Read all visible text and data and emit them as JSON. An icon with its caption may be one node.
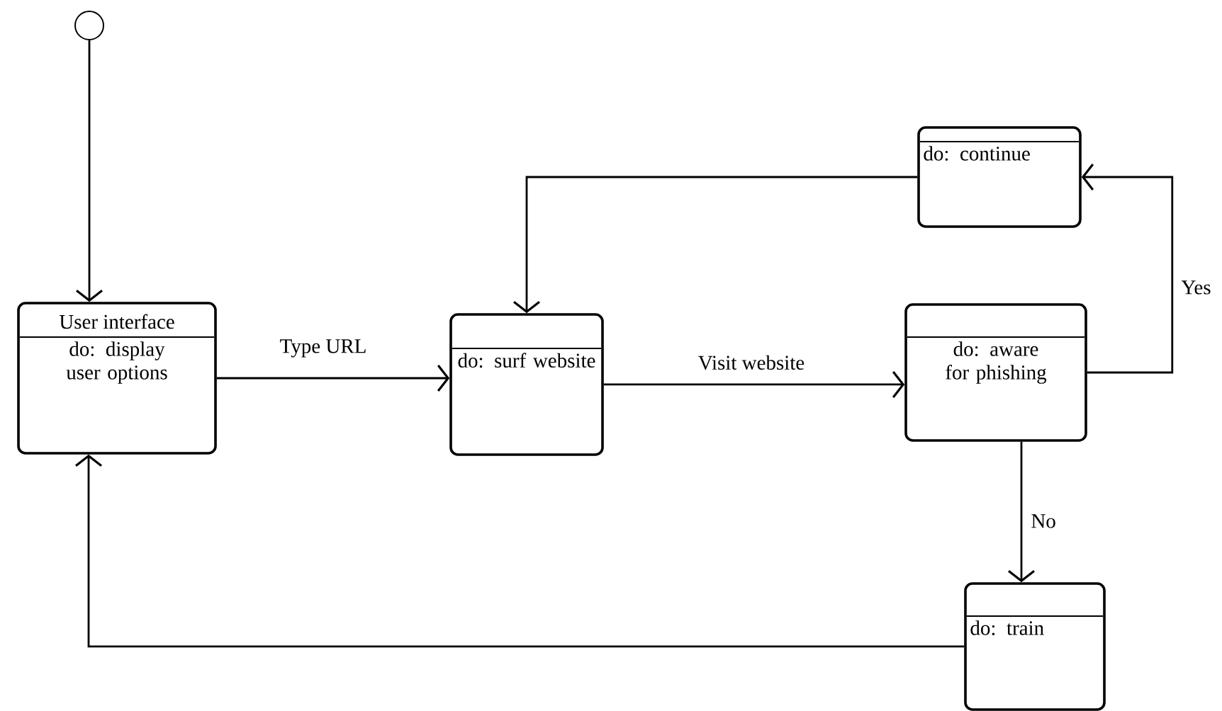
{
  "diagram": {
    "nodes": [
      {
        "text": [],
        "shape": "circle"
      },
      {
        "text": [
          "User interface",
          "do: display user options"
        ]
      },
      {
        "text": [
          "do: surf website"
        ]
      },
      {
        "text": [
          "do: continue"
        ]
      },
      {
        "text": [
          "do: aware for phishing"
        ]
      },
      {
        "text": [
          "do: train"
        ]
      }
    ],
    "edges": [
      {
        "from": 0,
        "to": 1,
        "arrow": "to"
      },
      {
        "from": 1,
        "to": 2,
        "arrow": "to",
        "label": "Type URL"
      },
      {
        "from": 2,
        "to": 4,
        "arrow": "to",
        "label": "Visit website"
      },
      {
        "from": 4,
        "to": 3,
        "arrow": "to",
        "label": "Yes"
      },
      {
        "from": 3,
        "to": 2,
        "arrow": "to"
      },
      {
        "from": 4,
        "to": 5,
        "arrow": "to",
        "label": "No"
      },
      {
        "from": 5,
        "to": 1,
        "arrow": "to"
      }
    ]
  }
}
